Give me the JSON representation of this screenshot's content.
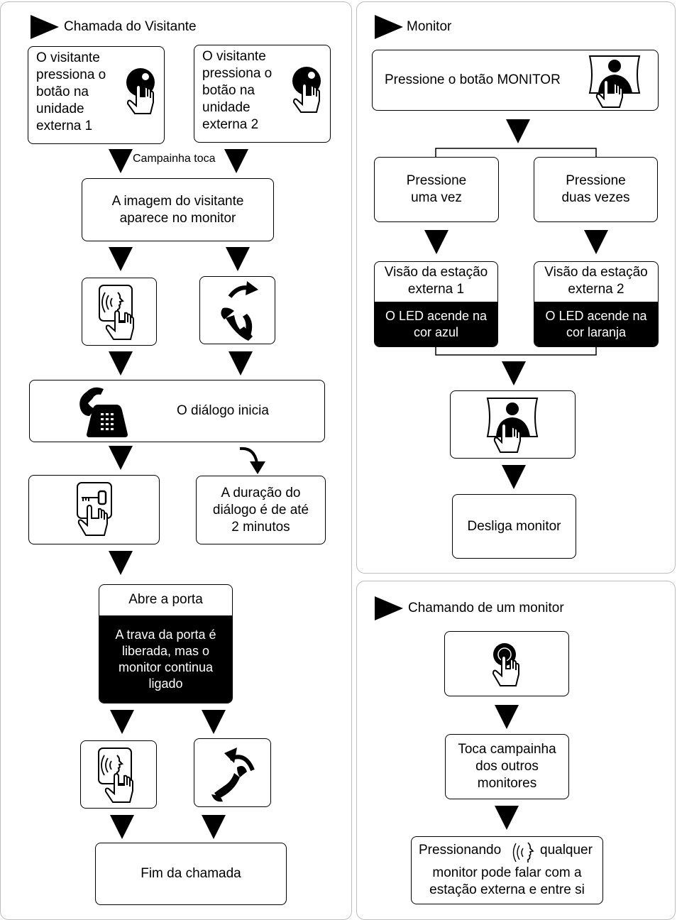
{
  "visitor_call": {
    "title": "Chamada do Visitante",
    "ext1_text": "O visitante\npressiona o\nbotão na\nunidade\nexterna 1",
    "ext2_text": "O visitante\npressiona o\nbotão na\nunidade\nexterna 2",
    "bell_label": "Campainha toca",
    "image_appears": "A imagem do visitante\naparece no monitor",
    "dialog_starts": "O diálogo inicia",
    "dialog_duration": "A duração do\ndiálogo é de até\n2 minutos",
    "open_door_title": "Abre a porta",
    "open_door_desc": "A trava da porta é\nliberada, mas o\nmonitor continua\nligado",
    "end_call": "Fim da chamada"
  },
  "monitor": {
    "title": "Monitor",
    "press_monitor": "Pressione o botão MONITOR",
    "press_once": "Pressione\numa vez",
    "press_twice": "Pressione\nduas vezes",
    "view_ext1": "Visão da estação\nexterna 1",
    "view_ext2": "Visão da estação\nexterna 2",
    "led_blue": "O LED acende na\ncor azul",
    "led_orange": "O LED acende na\ncor laranja",
    "turn_off": "Desliga monitor"
  },
  "calling_from_monitor": {
    "title": "Chamando de um monitor",
    "rings_others": "Toca campainha\ndos outros\nmonitores",
    "pressing_prefix": "Pressionando",
    "pressing_suffix": "qualquer",
    "pressing_rest": "monitor pode falar com a\nestação externa e entre si"
  }
}
